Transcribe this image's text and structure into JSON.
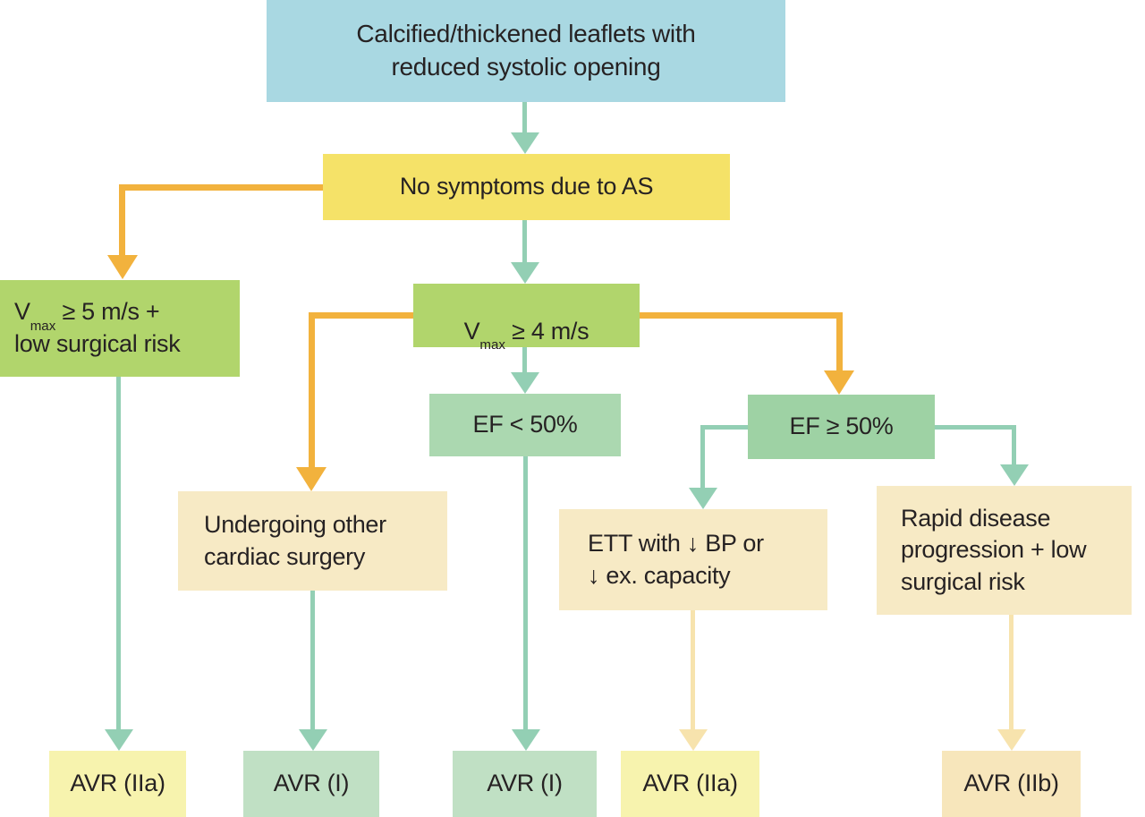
{
  "figure": {
    "type": "flowchart",
    "description": "Decision tree for asymptomatic severe aortic stenosis leading to AVR recommendations"
  },
  "colors": {
    "root_box": "#a9d8e2",
    "yellow_box": "#f5e268",
    "yellowgreen_box": "#b1d56c",
    "green_box_ef_lt": "#abd8b0",
    "green_box_ef_ge": "#9ed2a4",
    "cream_box": "#f7eac5",
    "outcome_yellow": "#f7f3ae",
    "outcome_green": "#c0e0c4",
    "outcome_cream": "#f7e6bb",
    "arrow_teal": "#93cfb4",
    "arrow_orange": "#f2b23d",
    "arrow_pale": "#f7e3ad",
    "text": "#262223"
  },
  "nodes": {
    "root": {
      "label": "Calcified/thickened leaflets with\nreduced systolic opening"
    },
    "no_symptoms": {
      "label": "No symptoms due to AS"
    },
    "vmax5": {
      "v": "V",
      "sub": "max",
      "rest": " ≥ 5 m/s +",
      "line2": "low surgical risk"
    },
    "vmax4": {
      "v": "V",
      "sub": "max",
      "rest": " ≥ 4 m/s"
    },
    "ef_lt50": {
      "label": "EF < 50%"
    },
    "ef_ge50": {
      "label": "EF ≥ 50%"
    },
    "other_surgery": {
      "label": "Undergoing other\ncardiac surgery"
    },
    "ett": {
      "label": "ETT with ↓ BP or\n↓ ex. capacity"
    },
    "rapid": {
      "label": "Rapid disease\nprogression + low\nsurgical risk"
    },
    "avr_iia_left": {
      "label": "AVR (IIa)"
    },
    "avr_i_left": {
      "label": "AVR (I)"
    },
    "avr_i_center": {
      "label": "AVR (I)"
    },
    "avr_iia_right": {
      "label": "AVR (IIa)"
    },
    "avr_iib": {
      "label": "AVR (IIb)"
    }
  }
}
